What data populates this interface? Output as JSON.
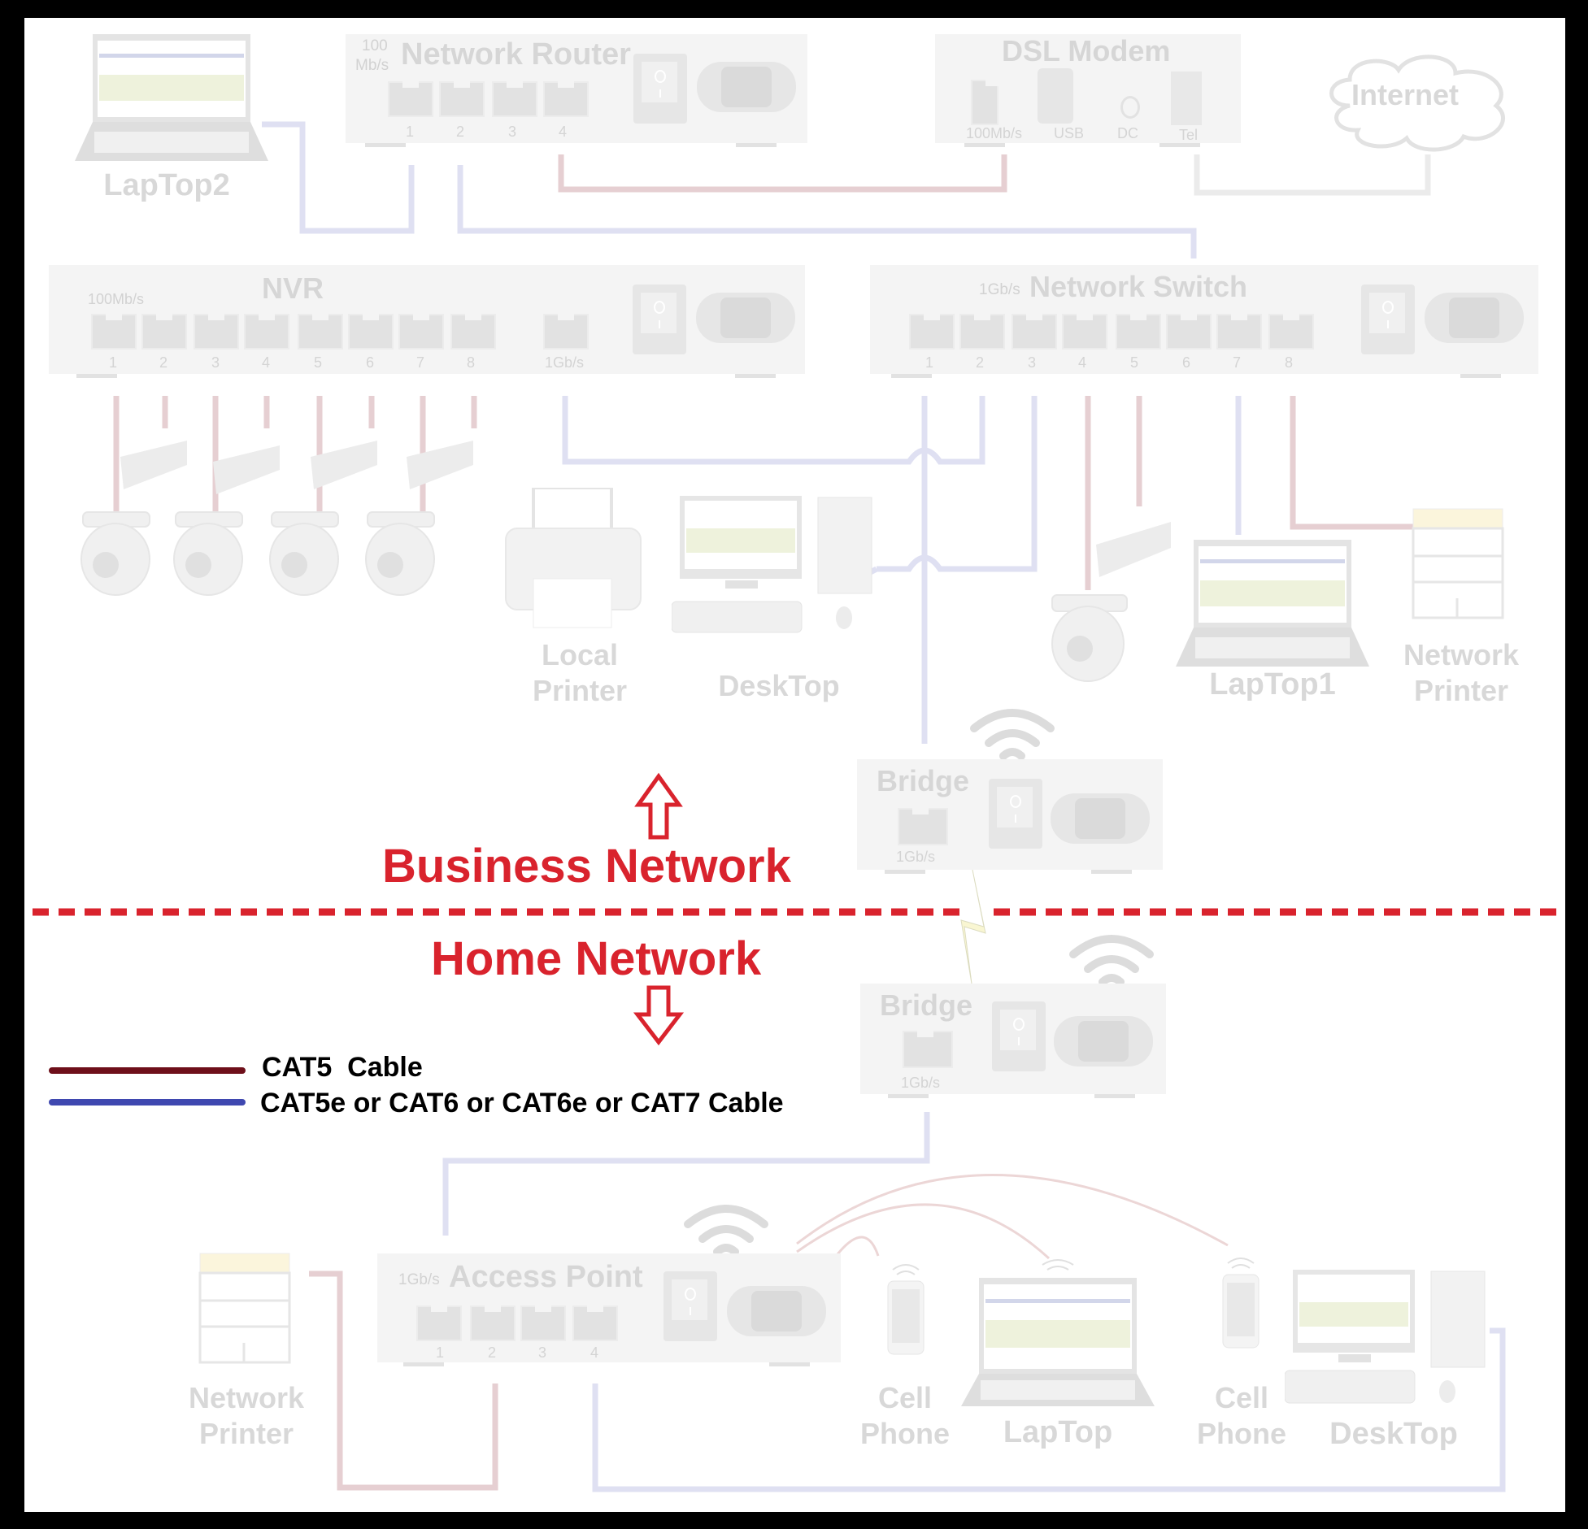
{
  "colors": {
    "cat5": "#e6cfd2",
    "cat6": "#dfe0f2",
    "tel": "#ebebeb",
    "cat5_legend": "#6e0f1a",
    "cat6_legend": "#3f48b0",
    "accent_red": "#d9232d",
    "device_label": "#d6d6d6"
  },
  "business": {
    "laptop2": {
      "label": "LapTop2"
    },
    "router": {
      "speed_top": "100",
      "speed_bottom": "Mb/s",
      "title": "Network Router",
      "ports": [
        "1",
        "2",
        "3",
        "4"
      ]
    },
    "modem": {
      "title": "DSL Modem",
      "ports": [
        "100Mb/s",
        "USB",
        "DC",
        "Tel"
      ]
    },
    "internet": {
      "label": "Internet"
    },
    "nvr": {
      "title": "NVR",
      "speed": "100Mb/s",
      "ports": [
        "1",
        "2",
        "3",
        "4",
        "5",
        "6",
        "7",
        "8"
      ],
      "uplink": "1Gb/s"
    },
    "switch": {
      "speed": "1Gb/s",
      "title": "Network Switch",
      "ports": [
        "1",
        "2",
        "3",
        "4",
        "5",
        "6",
        "7",
        "8"
      ]
    },
    "local_printer": {
      "line1": "Local",
      "line2": "Printer"
    },
    "desktop": {
      "label": "DeskTop"
    },
    "laptop1": {
      "label": "LapTop1"
    },
    "network_printer": {
      "line1": "Network",
      "line2": "Printer"
    },
    "bridge": {
      "title": "Bridge",
      "port": "1Gb/s"
    }
  },
  "divider": {
    "business_label": "Business Network",
    "home_label": "Home Network"
  },
  "legend": [
    {
      "label": "CAT5  Cable",
      "type": "cat5"
    },
    {
      "label": "CAT5e or CAT6 or CAT6e or CAT7 Cable",
      "type": "cat6"
    }
  ],
  "home": {
    "bridge": {
      "title": "Bridge",
      "port": "1Gb/s"
    },
    "access_point": {
      "speed": "1Gb/s",
      "title": "Access Point",
      "ports": [
        "1",
        "2",
        "3",
        "4"
      ]
    },
    "network_printer": {
      "line1": "Network",
      "line2": "Printer"
    },
    "cell_phone_1": {
      "line1": "Cell",
      "line2": "Phone"
    },
    "laptop": {
      "label": "LapTop"
    },
    "cell_phone_2": {
      "line1": "Cell",
      "line2": "Phone"
    },
    "desktop": {
      "label": "DeskTop"
    }
  }
}
